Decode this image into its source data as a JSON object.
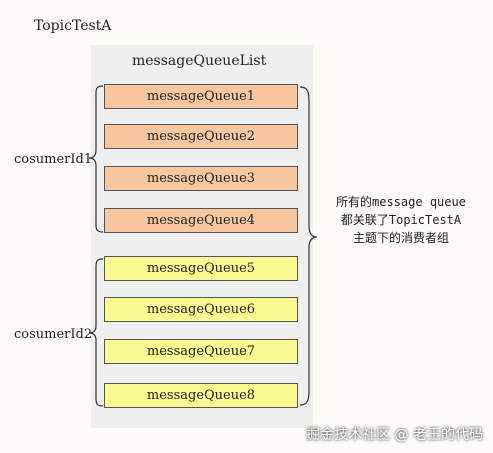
{
  "topic": {
    "title": "TopicTestA"
  },
  "message_queue_list": {
    "title": "messageQueueList",
    "queues": [
      {
        "label": "messageQueue1",
        "color": "#f9c79f"
      },
      {
        "label": "messageQueue2",
        "color": "#f9c79f"
      },
      {
        "label": "messageQueue3",
        "color": "#f9c79f"
      },
      {
        "label": "messageQueue4",
        "color": "#f9c79f"
      },
      {
        "label": "messageQueue5",
        "color": "#fbfb93"
      },
      {
        "label": "messageQueue6",
        "color": "#fbfb93"
      },
      {
        "label": "messageQueue7",
        "color": "#fbfb93"
      },
      {
        "label": "messageQueue8",
        "color": "#fbfb93"
      }
    ]
  },
  "consumers": [
    {
      "label": "cosumerId1"
    },
    {
      "label": "cosumerId2"
    }
  ],
  "note": {
    "lines": [
      "所有的message queue",
      "都关联了TopicTestA",
      "主题下的消费者组"
    ]
  },
  "watermark": {
    "text": "掘金技术社区 @ 老王的代码"
  }
}
